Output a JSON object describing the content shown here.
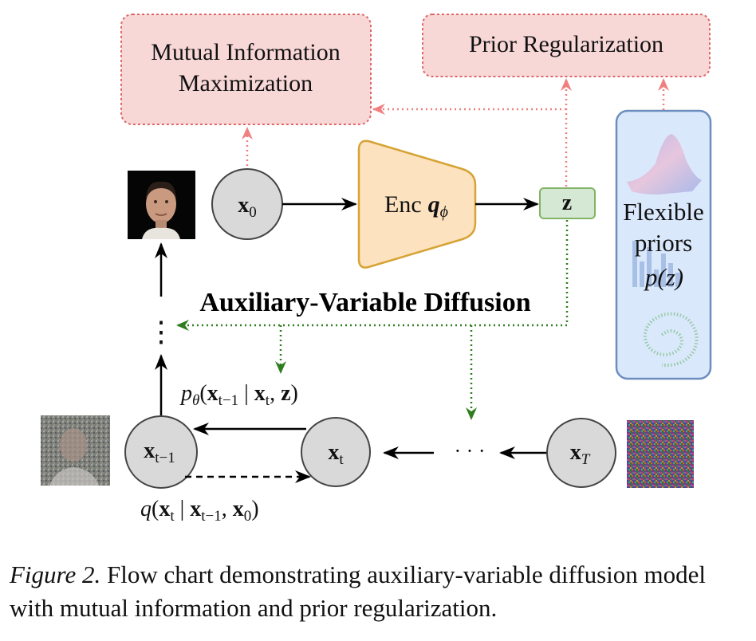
{
  "boxes": {
    "mutual_info_line1": "Mutual Information",
    "mutual_info_line2": "Maximization",
    "prior_reg": "Prior Regularization",
    "flexible_line1": "Flexible",
    "flexible_line2": "priors",
    "flexible_dist": "p(z)"
  },
  "nodes": {
    "x0": {
      "base": "x",
      "sub": "0"
    },
    "xt1": {
      "base": "x",
      "sub": "t−1"
    },
    "xt": {
      "base": "x",
      "sub": "t"
    },
    "xT": {
      "base": "x",
      "sub": "T"
    },
    "z": "z",
    "dots": "· · ·",
    "vdots": "⋮"
  },
  "encoder": {
    "label": "Enc",
    "q": "q",
    "sub": "ϕ"
  },
  "labels": {
    "aux_title": "Auxiliary-Variable Diffusion",
    "p_theta": "pθ(xt−1 | xt, z)",
    "q_forward": "q(xt | xt−1, x0)"
  },
  "caption": {
    "figure": "Figure 2.",
    "text": "Flow chart demonstrating auxiliary-variable diffusion model with mutual information and prior regularization."
  },
  "colors": {
    "pink_fill": "#f8d7d7",
    "pink_stroke": "#e06666",
    "red_arrow": "#f08080",
    "enc_fill": "#fde2bf",
    "enc_stroke": "#d6a334",
    "z_fill": "#d5e8d4",
    "z_stroke": "#82b366",
    "green_arrow": "#2e7d1e",
    "blue_fill": "#dae8fc",
    "blue_stroke": "#6c8ebf",
    "node_fill": "#d9d9d9"
  }
}
